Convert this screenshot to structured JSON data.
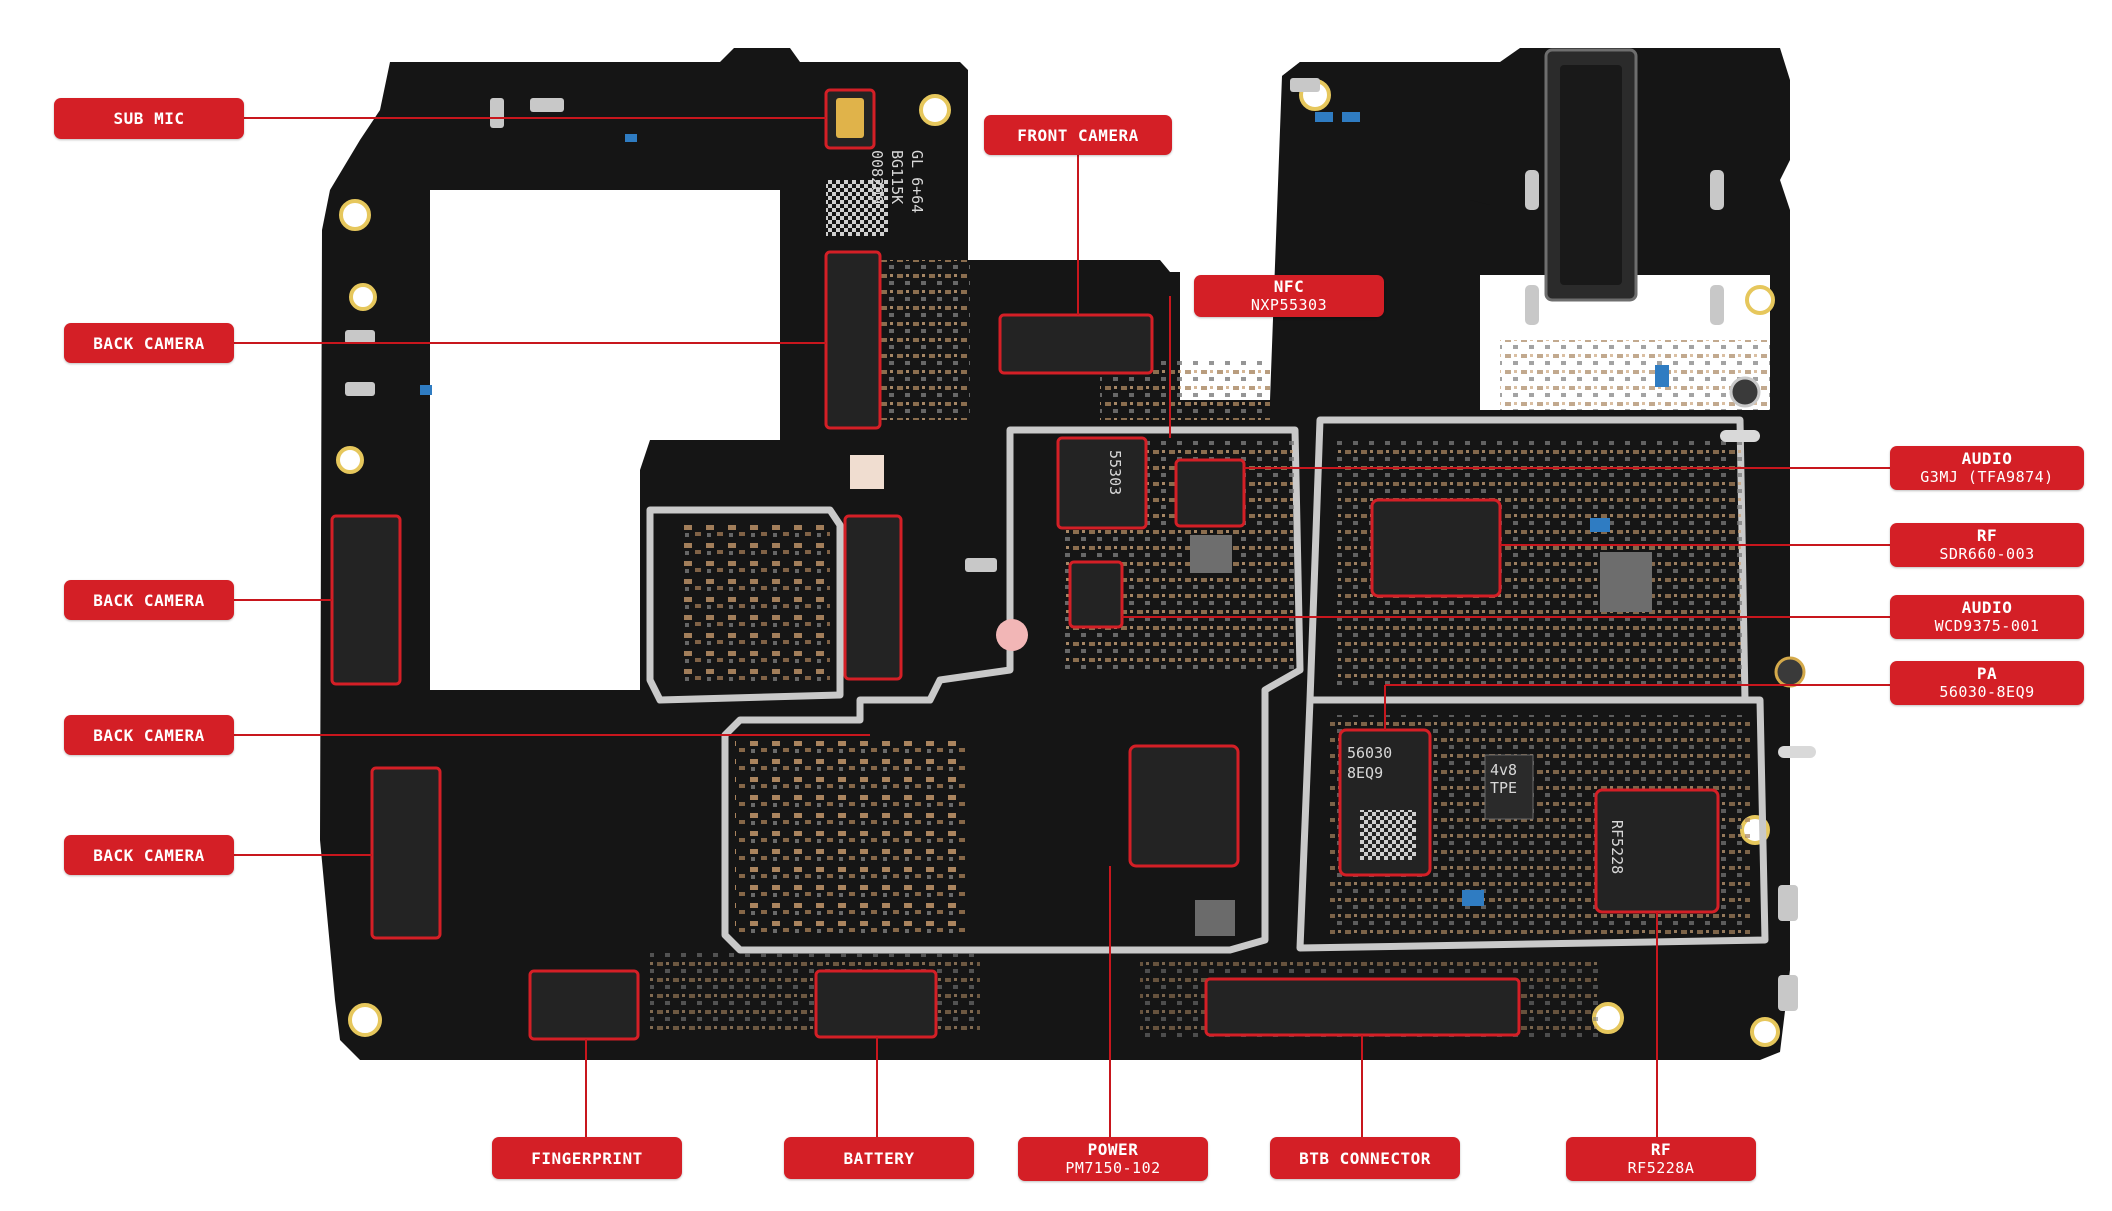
{
  "colors": {
    "label_bg": "#d41f26",
    "label_text": "#ffffff",
    "leader_line": "#c8161d",
    "board": "#141414",
    "shield": "#c9c9c9"
  },
  "labels": {
    "sub_mic": "SUB MIC",
    "back_camera_1": "BACK CAMERA",
    "back_camera_2": "BACK CAMERA",
    "back_camera_3": "BACK CAMERA",
    "back_camera_4": "BACK CAMERA",
    "front_camera": "FRONT CAMERA",
    "nfc_title": "NFC",
    "nfc_part": "NXP55303",
    "audio_1_title": "AUDIO",
    "audio_1_part": "G3MJ (TFA9874)",
    "rf_1_title": "RF",
    "rf_1_part": "SDR660-003",
    "audio_2_title": "AUDIO",
    "audio_2_part": "WCD9375-001",
    "pa_title": "PA",
    "pa_part": "56030-8EQ9",
    "fingerprint": "FINGERPRINT",
    "battery": "BATTERY",
    "power_title": "POWER",
    "power_part": "PM7150-102",
    "btb_connector": "BTB CONNECTOR",
    "rf_2_title": "RF",
    "rf_2_part": "RF5228A"
  },
  "board_markings": {
    "top_code_1": "GL  6+64",
    "top_code_2": "BG115K",
    "top_code_3": "008209",
    "pa_chip_1": "56030",
    "pa_chip_2": "8EQ9",
    "rf_chip": "RF5228",
    "nfc_chip": "55303",
    "chip_4v8": "4v8",
    "chip_tpe": "TPE"
  }
}
